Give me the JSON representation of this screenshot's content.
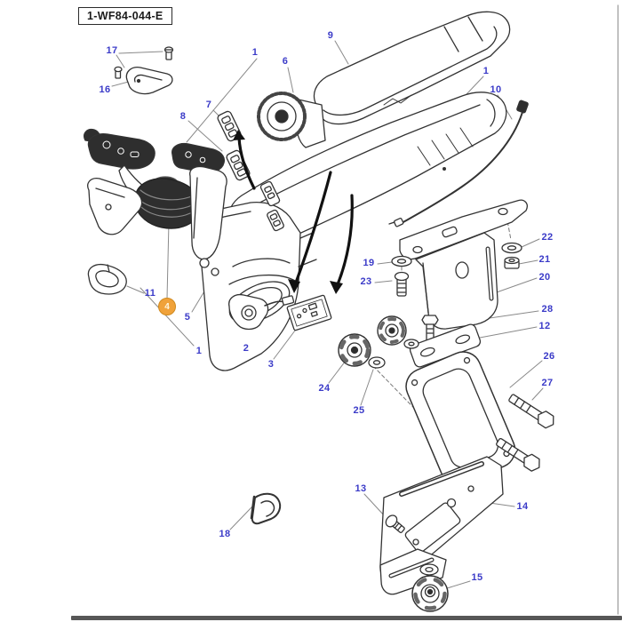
{
  "page": {
    "drawing_code": "1-WF84-044-E"
  },
  "colors": {
    "label_blue": "#3b3bc8",
    "line_dark": "#333333",
    "leader_gray": "#8a8a8a",
    "highlight_orange": "#f0a23a",
    "scrollbar_gray": "#575757",
    "background": "#ffffff"
  },
  "marker": {
    "text": "4"
  },
  "labels": [
    {
      "text": "17"
    },
    {
      "text": "16"
    },
    {
      "text": "9"
    },
    {
      "text": "1"
    },
    {
      "text": "6"
    },
    {
      "text": "7"
    },
    {
      "text": "8"
    },
    {
      "text": "1"
    },
    {
      "text": "10"
    },
    {
      "text": "22"
    },
    {
      "text": "21"
    },
    {
      "text": "20"
    },
    {
      "text": "19"
    },
    {
      "text": "23"
    },
    {
      "text": "28"
    },
    {
      "text": "12"
    },
    {
      "text": "26"
    },
    {
      "text": "27"
    },
    {
      "text": "11"
    },
    {
      "text": "5"
    },
    {
      "text": "1"
    },
    {
      "text": "2"
    },
    {
      "text": "3"
    },
    {
      "text": "24"
    },
    {
      "text": "25"
    },
    {
      "text": "13"
    },
    {
      "text": "18"
    },
    {
      "text": "14"
    },
    {
      "text": "15"
    }
  ]
}
